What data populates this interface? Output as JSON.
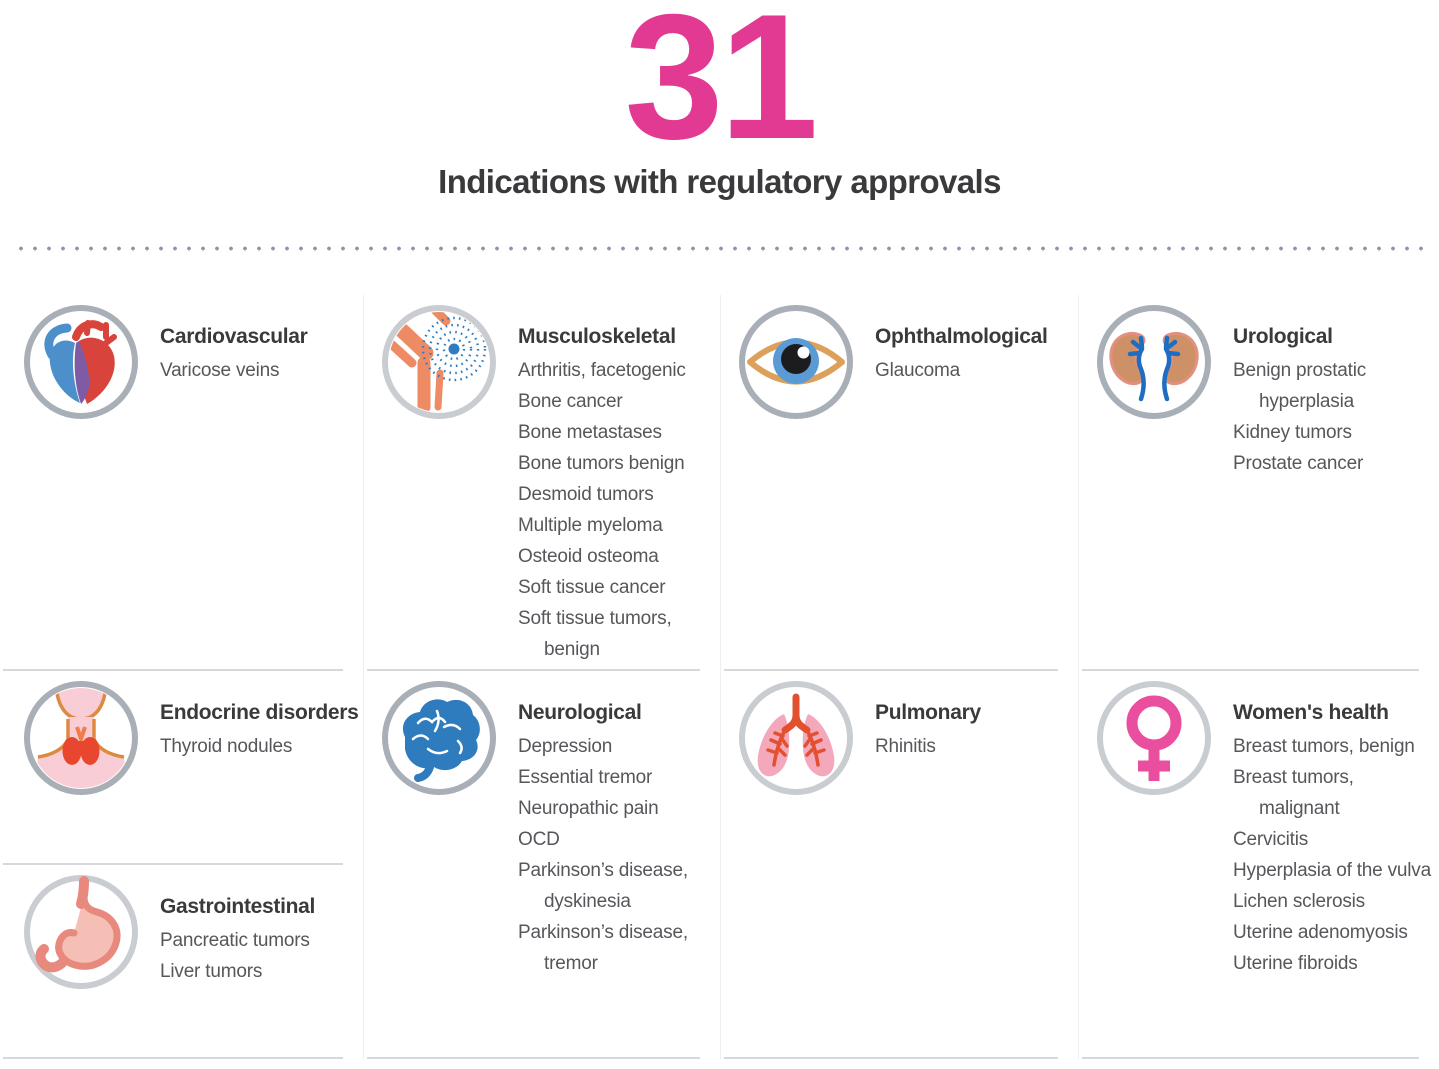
{
  "header": {
    "number": "31",
    "subtitle": "Indications with regulatory approvals"
  },
  "colors": {
    "accent_pink": "#E23A92",
    "heading_text": "#3A3A3C",
    "body_text": "#56575B",
    "ring_gray": "#A9AFB6",
    "ring_light_gray": "#C9CDD2"
  },
  "columns": [
    {
      "sections": [
        {
          "icon": "heart-icon",
          "title": "Cardiovascular",
          "items": [
            "Varicose veins"
          ]
        },
        {
          "icon": "thyroid-icon",
          "title": "Endocrine disorders",
          "items": [
            "Thyroid nodules"
          ]
        },
        {
          "icon": "stomach-icon",
          "title": "Gastrointestinal",
          "items": [
            "Pancreatic tumors",
            "Liver tumors"
          ]
        }
      ]
    },
    {
      "sections": [
        {
          "icon": "knee-joint-icon",
          "title": "Musculoskeletal",
          "items": [
            "Arthritis, facetogenic",
            "Bone cancer",
            "Bone metastases",
            "Bone tumors benign",
            "Desmoid tumors",
            "Multiple myeloma",
            "Osteoid osteoma",
            "Soft tissue cancer",
            "Soft tissue tumors, benign"
          ]
        },
        {
          "icon": "brain-icon",
          "title": "Neurological",
          "items": [
            "Depression",
            "Essential tremor",
            "Neuropathic pain",
            "OCD",
            "Parkinson’s disease, dyskinesia",
            "Parkinson’s disease, tremor"
          ]
        }
      ]
    },
    {
      "sections": [
        {
          "icon": "eye-icon",
          "title": "Ophthalmological",
          "items": [
            "Glaucoma"
          ]
        },
        {
          "icon": "lungs-icon",
          "title": "Pulmonary",
          "items": [
            "Rhinitis"
          ]
        }
      ]
    },
    {
      "sections": [
        {
          "icon": "kidneys-icon",
          "title": "Urological",
          "items": [
            "Benign prostatic hyperplasia",
            "Kidney tumors",
            "Prostate cancer"
          ]
        },
        {
          "icon": "female-symbol-icon",
          "title": "Women's health",
          "items": [
            "Breast tumors, benign",
            "Breast tumors, malignant",
            "Cervicitis",
            "Hyperplasia of the vulva",
            "Lichen sclerosis",
            "Uterine adenomyosis",
            "Uterine fibroids"
          ]
        }
      ]
    }
  ]
}
